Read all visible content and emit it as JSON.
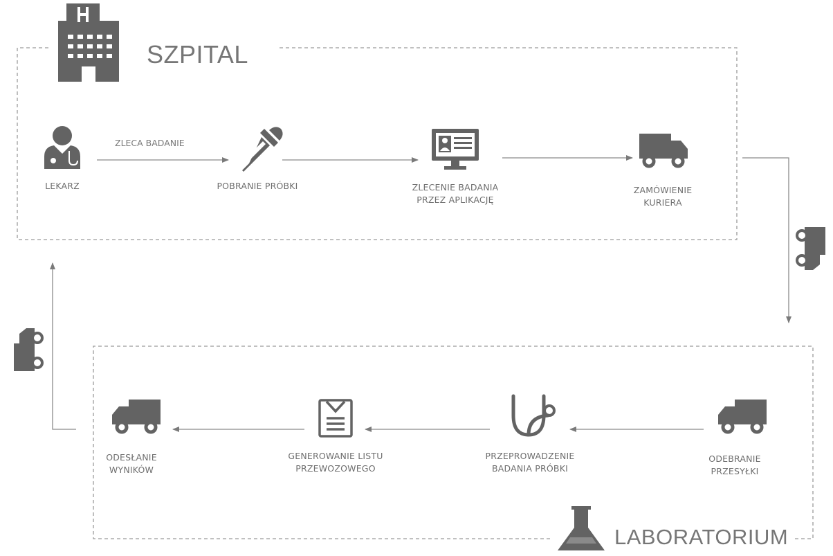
{
  "hospital": {
    "title": "SZPITAL",
    "edge_label": "ZLECA BADANIE",
    "nodes": [
      {
        "icon": "doctor-icon",
        "lines": [
          "LEKARZ"
        ]
      },
      {
        "icon": "pipette-icon",
        "lines": [
          "POBRANIE PRÓBKI"
        ]
      },
      {
        "icon": "computer-form-icon",
        "lines": [
          "ZLECENIE BADANIA",
          "PRZEZ APLIKACJĘ"
        ]
      },
      {
        "icon": "truck-icon",
        "lines": [
          "ZAMÓWIENIE",
          "KURIERA"
        ]
      }
    ]
  },
  "laboratory": {
    "title": "LABORATORIUM",
    "nodes": [
      {
        "icon": "truck-icon",
        "lines": [
          "ODEBRANIE",
          "PRZESYŁKI"
        ]
      },
      {
        "icon": "stethoscope-icon",
        "lines": [
          "PRZEPROWADZENIE",
          "BADANIA PRÓBKI"
        ]
      },
      {
        "icon": "waybill-icon",
        "lines": [
          "GENEROWANIE LISTU",
          "PRZEWOZOWEGO"
        ]
      },
      {
        "icon": "truck-icon",
        "lines": [
          "ODESŁANIE",
          "WYNIKÓW"
        ]
      }
    ]
  },
  "colors": {
    "line": "#8a8a8a",
    "icon": "#636363",
    "dash": "#9a9a9a"
  }
}
